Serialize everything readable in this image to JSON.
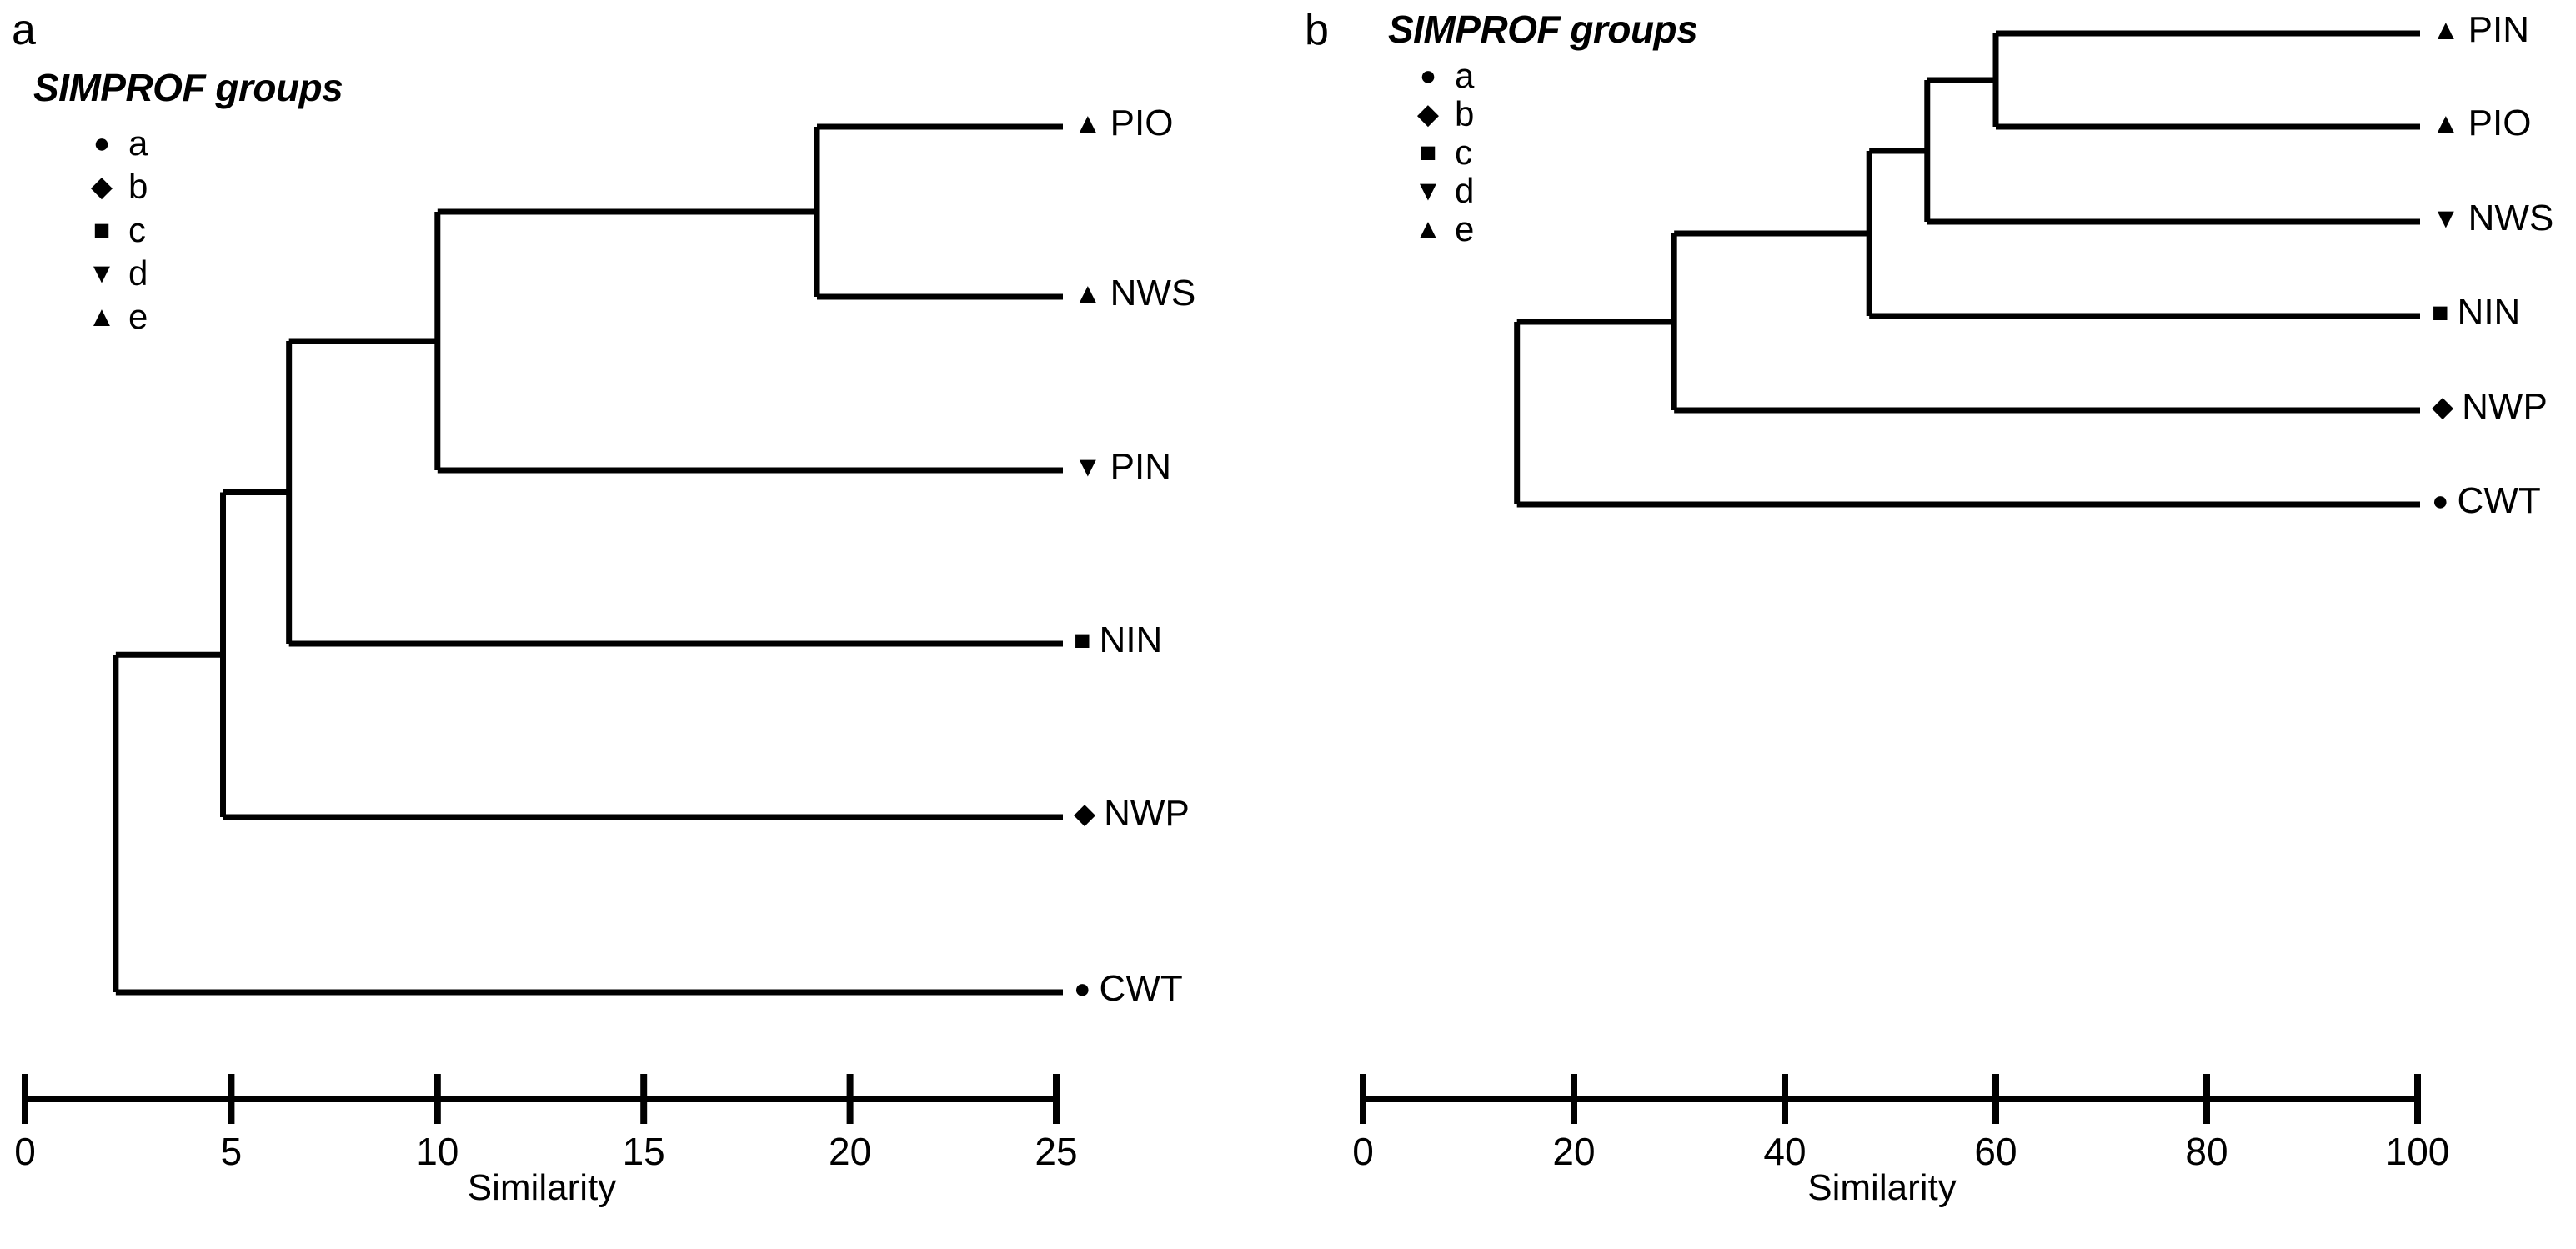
{
  "figure": {
    "background": "#ffffff",
    "line_color": "#000000"
  },
  "panels": [
    {
      "id": "a",
      "letter": "a",
      "legend": {
        "title": "SIMPROF groups",
        "items": [
          {
            "symbol": "●",
            "symbol_name": "circle-marker",
            "label": "a"
          },
          {
            "symbol": "◆",
            "symbol_name": "diamond-marker",
            "label": "b"
          },
          {
            "symbol": "■",
            "symbol_name": "square-marker",
            "label": "c"
          },
          {
            "symbol": "▼",
            "symbol_name": "triangle-down-marker",
            "label": "d"
          },
          {
            "symbol": "▲",
            "symbol_name": "triangle-up-marker",
            "label": "e"
          }
        ]
      },
      "axis": {
        "title": "Similarity",
        "ticks": [
          "0",
          "5",
          "10",
          "15",
          "20",
          "25"
        ],
        "min": 0,
        "max": 25
      }
    },
    {
      "id": "b",
      "letter": "b",
      "legend": {
        "title": "SIMPROF groups",
        "items": [
          {
            "symbol": "●",
            "symbol_name": "circle-marker",
            "label": "a"
          },
          {
            "symbol": "◆",
            "symbol_name": "diamond-marker",
            "label": "b"
          },
          {
            "symbol": "■",
            "symbol_name": "square-marker",
            "label": "c"
          },
          {
            "symbol": "▼",
            "symbol_name": "triangle-down-marker",
            "label": "d"
          },
          {
            "symbol": "▲",
            "symbol_name": "triangle-up-marker",
            "label": "e"
          }
        ]
      },
      "axis": {
        "title": "Similarity",
        "ticks": [
          "0",
          "20",
          "40",
          "60",
          "80",
          "100"
        ],
        "min": 0,
        "max": 100
      }
    }
  ],
  "chart_data": [
    {
      "type": "dendrogram",
      "panel": "a",
      "title": "SIMPROF groups",
      "xlabel": "Similarity",
      "ylabel": "",
      "xlim": [
        0,
        25
      ],
      "xticks": [
        0,
        5,
        10,
        15,
        20,
        25
      ],
      "grid": false,
      "orientation": "horizontal-right-to-left",
      "leaves": [
        {
          "name": "PIO",
          "group": "e",
          "symbol": "▲"
        },
        {
          "name": "NWS",
          "group": "e",
          "symbol": "▲"
        },
        {
          "name": "PIN",
          "group": "d",
          "symbol": "▼"
        },
        {
          "name": "NIN",
          "group": "c",
          "symbol": "■"
        },
        {
          "name": "NWP",
          "group": "b",
          "symbol": "◆"
        },
        {
          "name": "CWT",
          "group": "a",
          "symbol": "●"
        }
      ],
      "merges": [
        {
          "id": "n1",
          "children": [
            "PIO",
            "NWS"
          ],
          "similarity": 19.2
        },
        {
          "id": "n2",
          "children": [
            "n1",
            "PIN"
          ],
          "similarity": 10.0
        },
        {
          "id": "n3",
          "children": [
            "n2",
            "NIN"
          ],
          "similarity": 6.4
        },
        {
          "id": "n4",
          "children": [
            "n3",
            "NWP"
          ],
          "similarity": 4.8
        },
        {
          "id": "n5",
          "children": [
            "n4",
            "CWT"
          ],
          "similarity": 2.2
        }
      ]
    },
    {
      "type": "dendrogram",
      "panel": "b",
      "title": "SIMPROF groups",
      "xlabel": "Similarity",
      "ylabel": "",
      "xlim": [
        0,
        100
      ],
      "xticks": [
        0,
        20,
        40,
        60,
        80,
        100
      ],
      "grid": false,
      "orientation": "horizontal-right-to-left",
      "leaves": [
        {
          "name": "PIN",
          "group": "e",
          "symbol": "▲"
        },
        {
          "name": "PIO",
          "group": "e",
          "symbol": "▲"
        },
        {
          "name": "NWS",
          "group": "d",
          "symbol": "▼"
        },
        {
          "name": "NIN",
          "group": "c",
          "symbol": "■"
        },
        {
          "name": "NWP",
          "group": "b",
          "symbol": "◆"
        },
        {
          "name": "CWT",
          "group": "a",
          "symbol": "●"
        }
      ],
      "merges": [
        {
          "id": "m1",
          "children": [
            "PIN",
            "PIO"
          ],
          "similarity": 60.0
        },
        {
          "id": "m2",
          "children": [
            "m1",
            "NWS"
          ],
          "similarity": 53.5
        },
        {
          "id": "m3",
          "children": [
            "m2",
            "NIN"
          ],
          "similarity": 48.0
        },
        {
          "id": "m4",
          "children": [
            "m3",
            "NWP"
          ],
          "similarity": 29.5
        },
        {
          "id": "m5",
          "children": [
            "m4",
            "CWT"
          ],
          "similarity": 14.6
        }
      ]
    }
  ]
}
